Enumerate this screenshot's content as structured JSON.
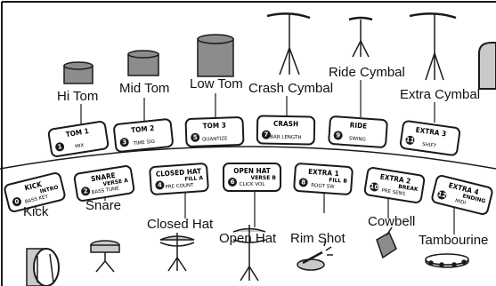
{
  "pads": [
    {
      "id": "hi-tom",
      "number": "1",
      "title": "TOM 1",
      "function": "",
      "sub": "MIX",
      "label": "Hi Tom",
      "instrument": "small-tom-drum-icon"
    },
    {
      "id": "mid-tom",
      "number": "3",
      "title": "TOM 2",
      "function": "",
      "sub": "TIME SIG",
      "label": "Mid Tom",
      "instrument": "mid-tom-drum-icon"
    },
    {
      "id": "low-tom",
      "number": "5",
      "title": "TOM 3",
      "function": "",
      "sub": "QUANTIZE",
      "label": "Low Tom",
      "instrument": "floor-tom-drum-icon"
    },
    {
      "id": "crash",
      "number": "7",
      "title": "CRASH",
      "function": "",
      "sub": "BAR LENGTH",
      "label": "Crash Cymbal",
      "instrument": "crash-cymbal-stand-icon"
    },
    {
      "id": "ride",
      "number": "9",
      "title": "RIDE",
      "function": "",
      "sub": "SWING",
      "label": "Ride Cymbal",
      "instrument": "ride-cymbal-stand-icon"
    },
    {
      "id": "extra-3",
      "number": "11",
      "title": "EXTRA 3",
      "function": "",
      "sub": "SHIFT",
      "label": "Extra Cymbal",
      "instrument": "extra-cymbal-stand-icon"
    },
    {
      "id": "kick",
      "number": "0",
      "title": "KICK",
      "function": "INTRO",
      "sub": "BASS KEY",
      "label": "Kick",
      "instrument": "bass-drum-icon"
    },
    {
      "id": "snare",
      "number": "2",
      "title": "SNARE",
      "function": "VERSE A",
      "sub": "BASS TUNE",
      "label": "Snare",
      "instrument": "snare-drum-icon"
    },
    {
      "id": "closed-hat",
      "number": "4",
      "title": "CLOSED HAT",
      "function": "FILL A",
      "sub": "PRE COUNT",
      "label": "Closed Hat",
      "instrument": "closed-hihat-icon"
    },
    {
      "id": "open-hat",
      "number": "6",
      "title": "OPEN HAT",
      "function": "VERSE B",
      "sub": "CLICK VOL",
      "label": "Open Hat",
      "instrument": "open-hihat-icon"
    },
    {
      "id": "extra-1",
      "number": "8",
      "title": "EXTRA 1",
      "function": "FILL B",
      "sub": "ROOT SW",
      "label": "Rim Shot",
      "instrument": "rim-shot-icon"
    },
    {
      "id": "extra-2",
      "number": "10",
      "title": "EXTRA 2",
      "function": "BREAK",
      "sub": "PRE SENS",
      "label": "Cowbell",
      "instrument": "cowbell-icon"
    },
    {
      "id": "extra-4",
      "number": "12",
      "title": "EXTRA 4",
      "function": "ENDING",
      "sub": "MIDI",
      "label": "Tambourine",
      "instrument": "tambourine-icon"
    }
  ],
  "colors": {
    "ink": "#1a1a1a",
    "drum_gray": "#8c8c8c",
    "panel_gray": "#c9c9c9"
  }
}
